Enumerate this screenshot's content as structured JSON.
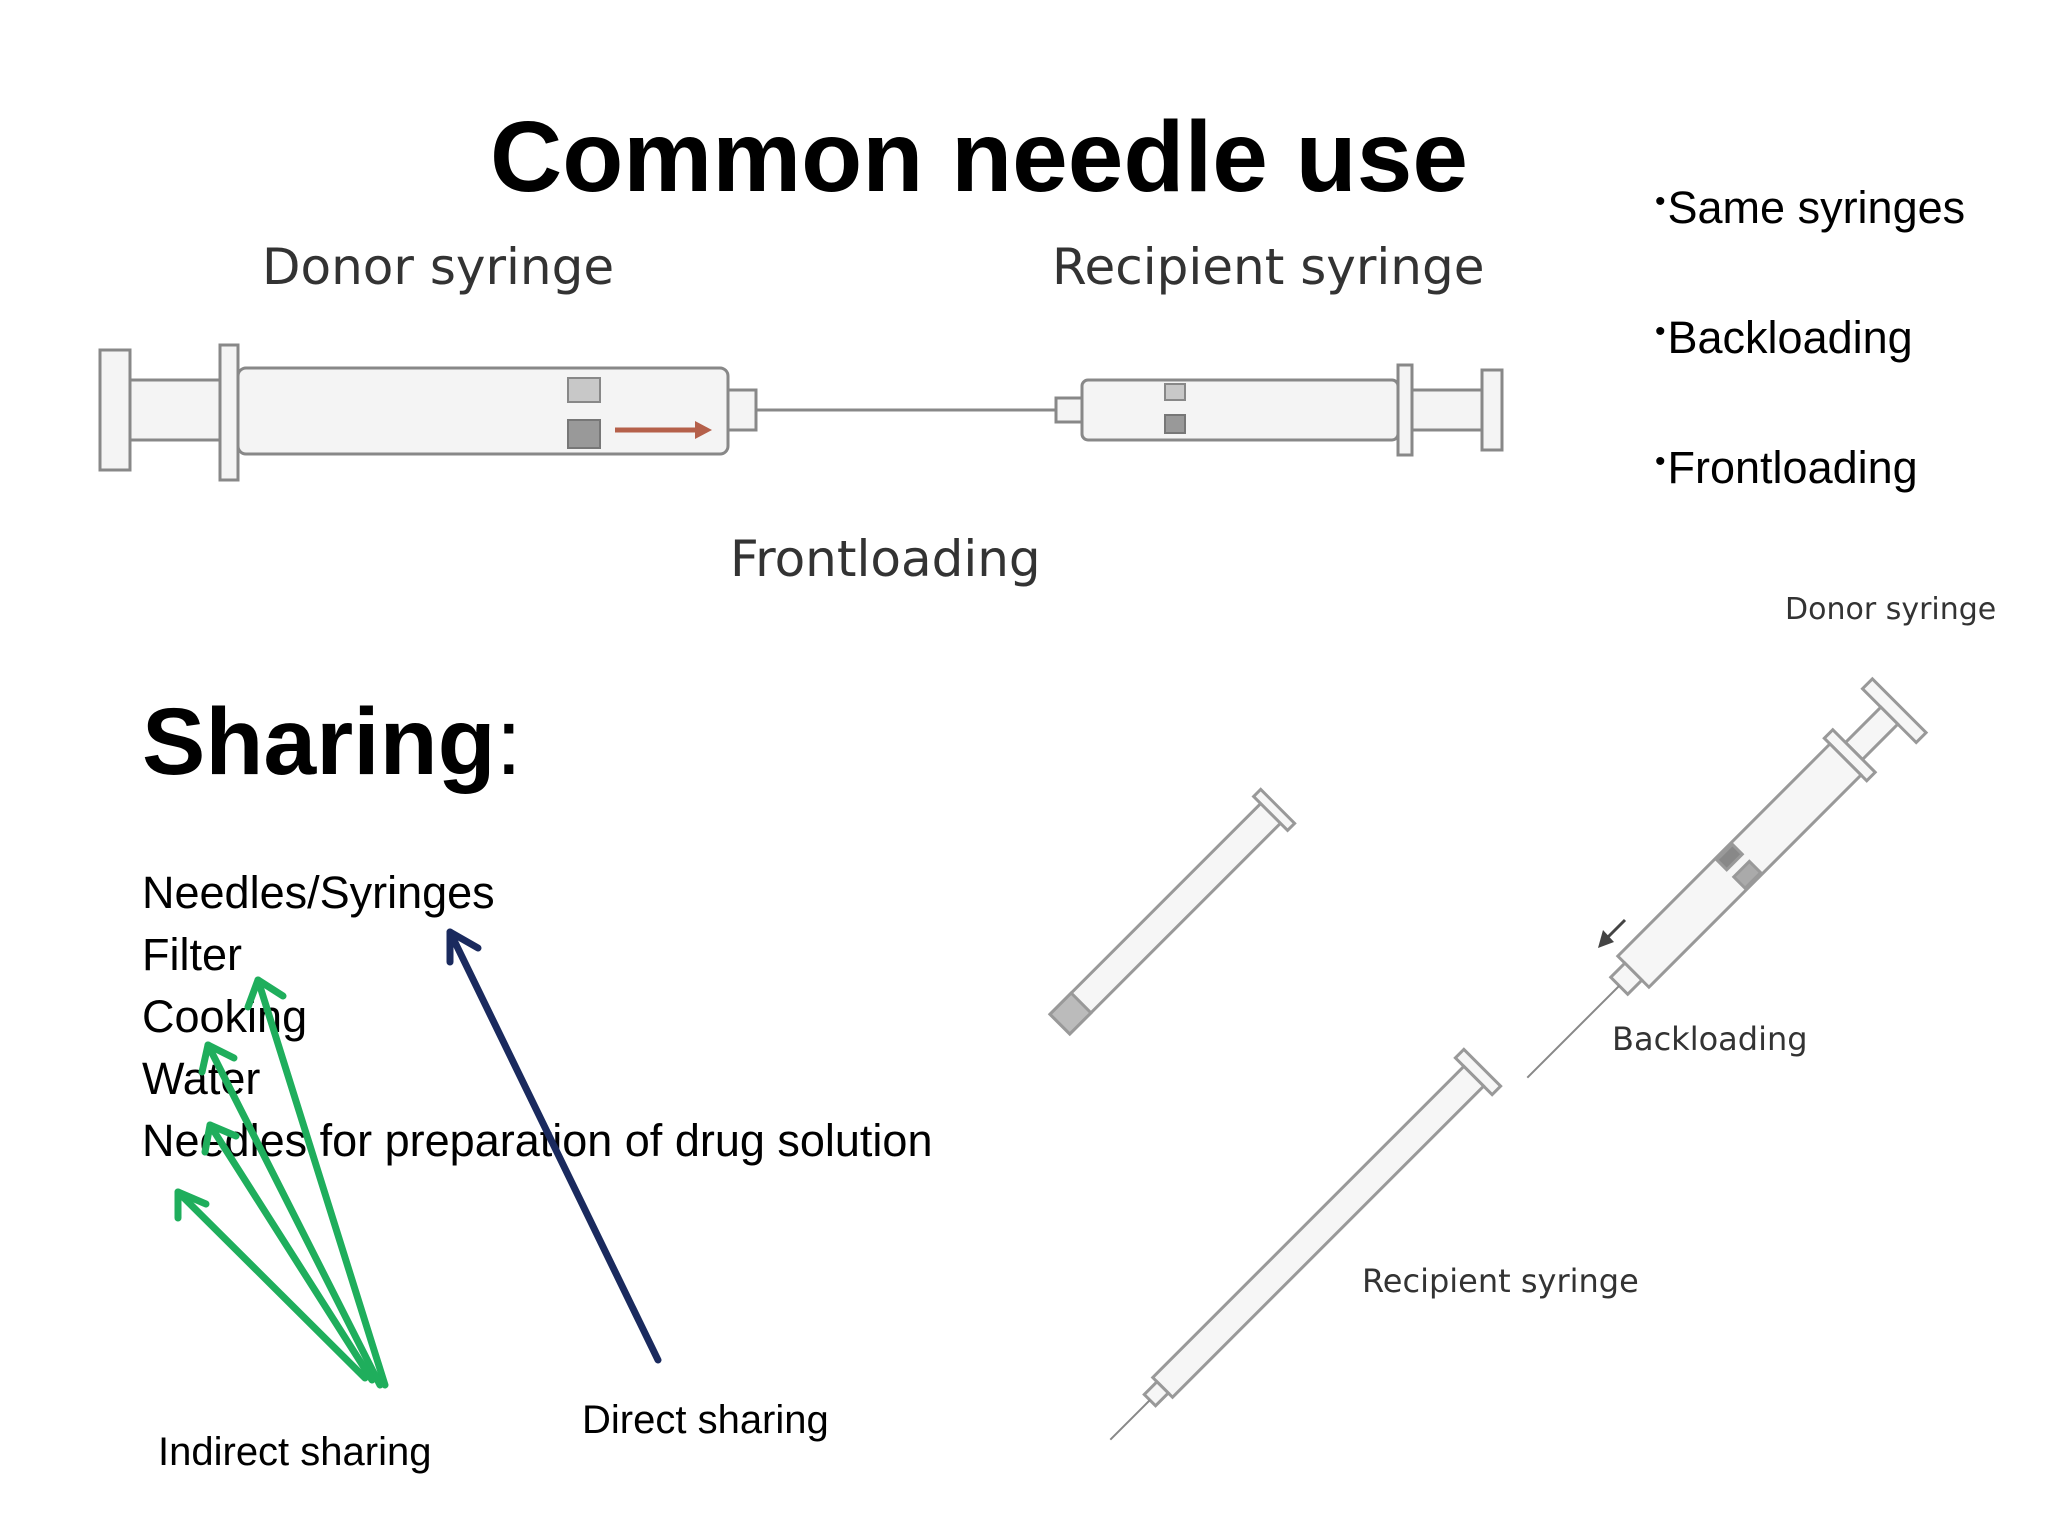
{
  "title": "Common needle use",
  "bullets": [
    "Same syringes",
    "Backloading",
    "Frontloading"
  ],
  "top_diagram": {
    "donor_label": "Donor syringe",
    "recipient_label": "Recipient syringe",
    "caption": "Frontloading"
  },
  "sharing": {
    "heading": "Sharing",
    "colon": ":",
    "items": [
      "Needles/Syringes",
      "Filter",
      "Cooking",
      "Water",
      "Needles for preparation of drug solution"
    ]
  },
  "labels": {
    "indirect": "Indirect sharing",
    "direct": "Direct sharing"
  },
  "right_diagram": {
    "donor_label": "Donor syringe",
    "caption": "Backloading",
    "recipient_label": "Recipient syringe"
  },
  "colors": {
    "indirect_arrow": "#1fae5c",
    "direct_arrow": "#1a2a5e",
    "syringe_line": "#888888",
    "plunger_arrow": "#b5604a"
  }
}
